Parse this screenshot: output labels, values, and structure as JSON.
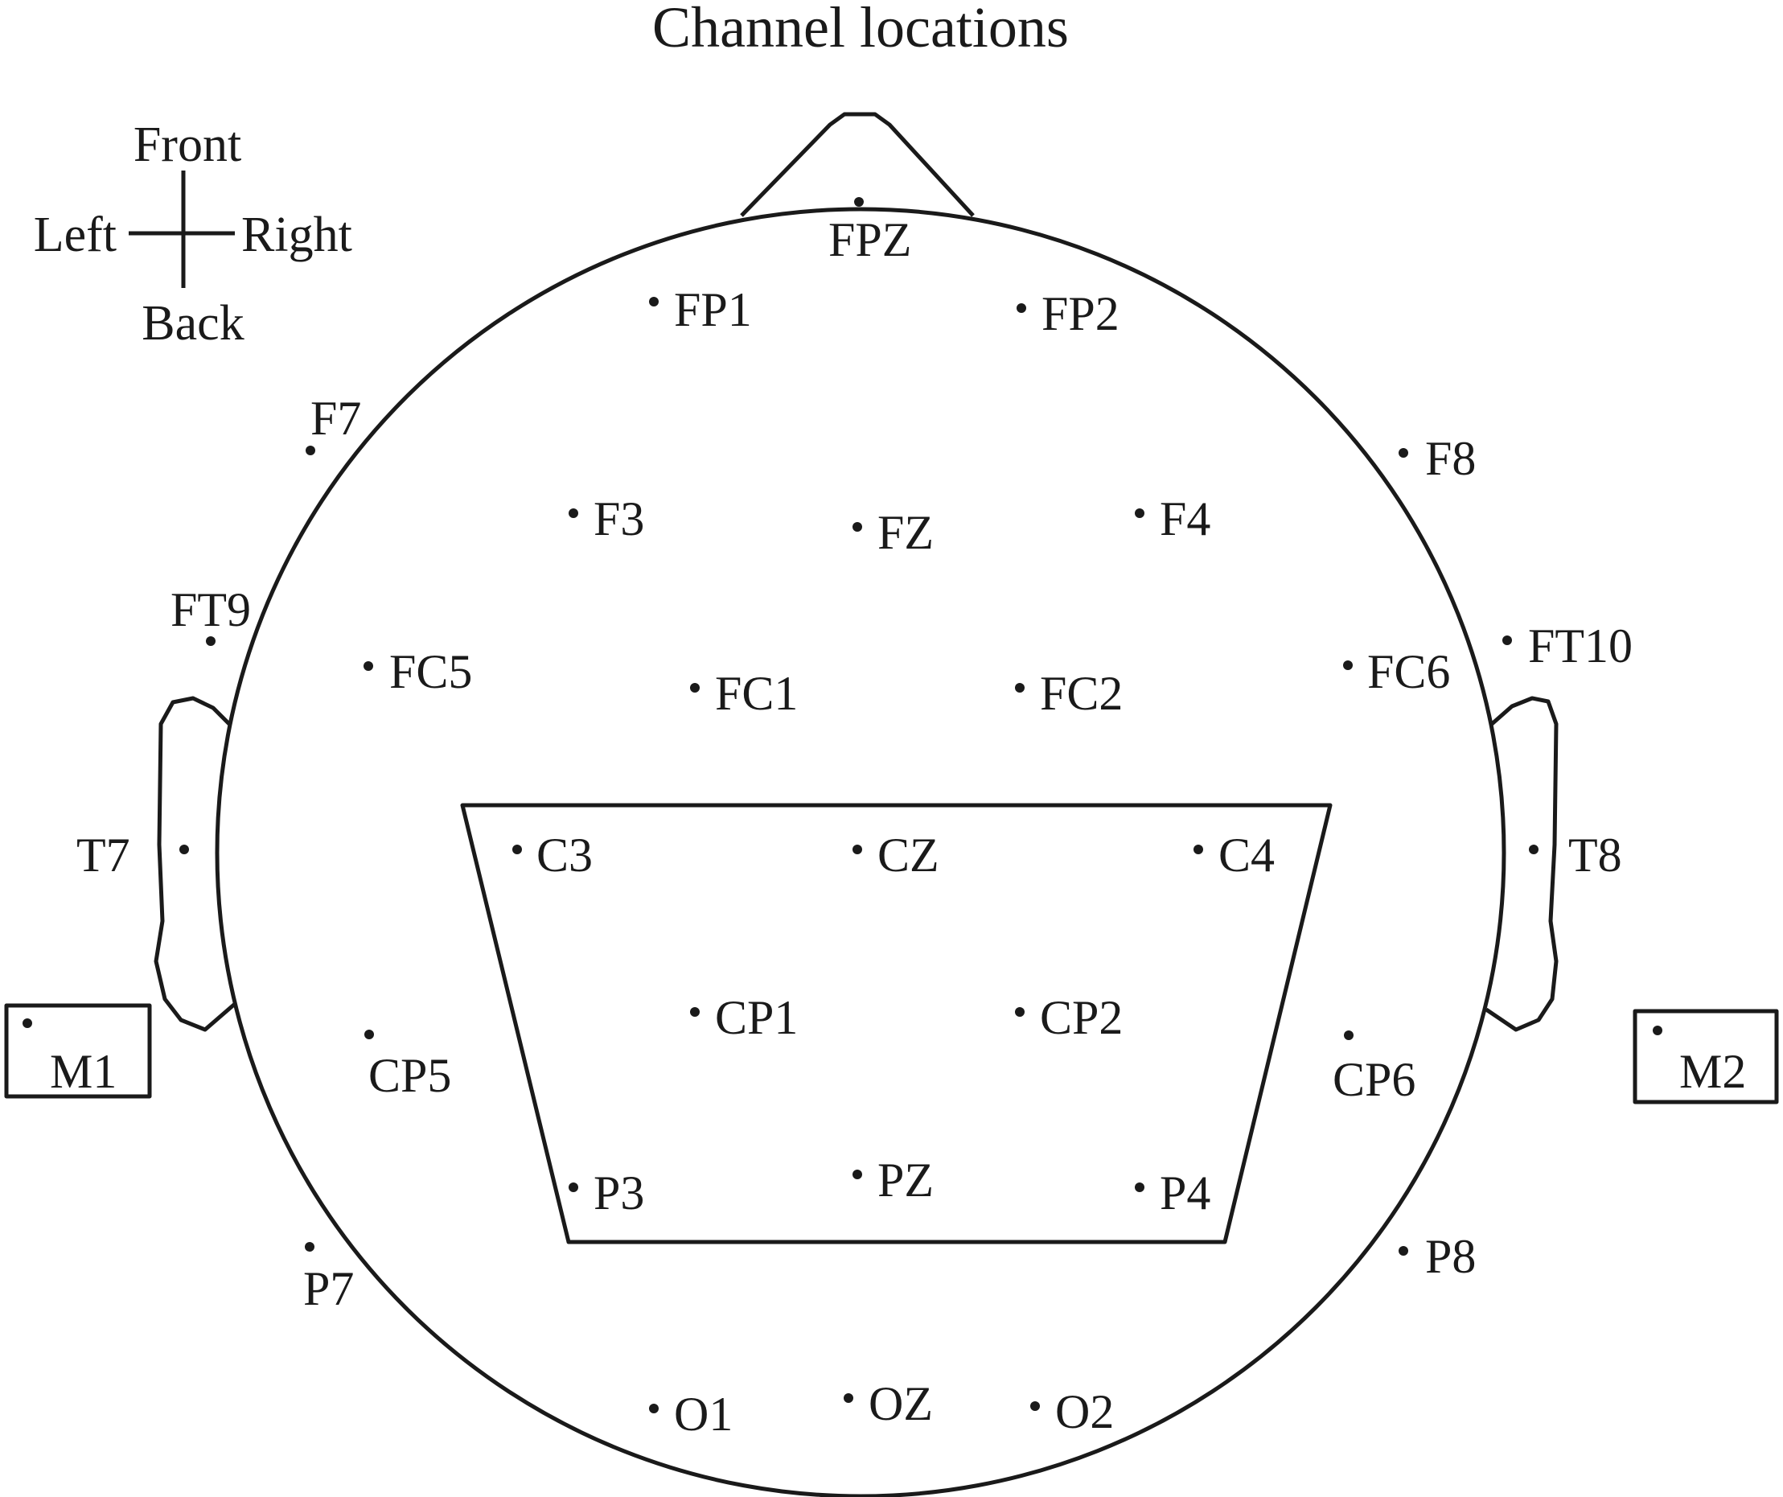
{
  "title": "Channel locations",
  "orientation": {
    "front": "Front",
    "back": "Back",
    "left": "Left",
    "right": "Right"
  },
  "colors": {
    "ink": "#1a1a1a",
    "background": "#ffffff"
  },
  "channels": [
    "FPZ",
    "FP1",
    "FP2",
    "F7",
    "F8",
    "F3",
    "FZ",
    "F4",
    "FT9",
    "FT10",
    "FC5",
    "FC1",
    "FC2",
    "FC6",
    "T7",
    "T8",
    "C3",
    "CZ",
    "C4",
    "CP1",
    "CP2",
    "CP5",
    "CP6",
    "P3",
    "PZ",
    "P4",
    "P7",
    "P8",
    "O1",
    "OZ",
    "O2"
  ],
  "reference_channels": [
    "M1",
    "M2"
  ],
  "region_of_interest": [
    "C3",
    "CZ",
    "C4",
    "CP1",
    "CP2",
    "P3",
    "PZ",
    "P4"
  ]
}
